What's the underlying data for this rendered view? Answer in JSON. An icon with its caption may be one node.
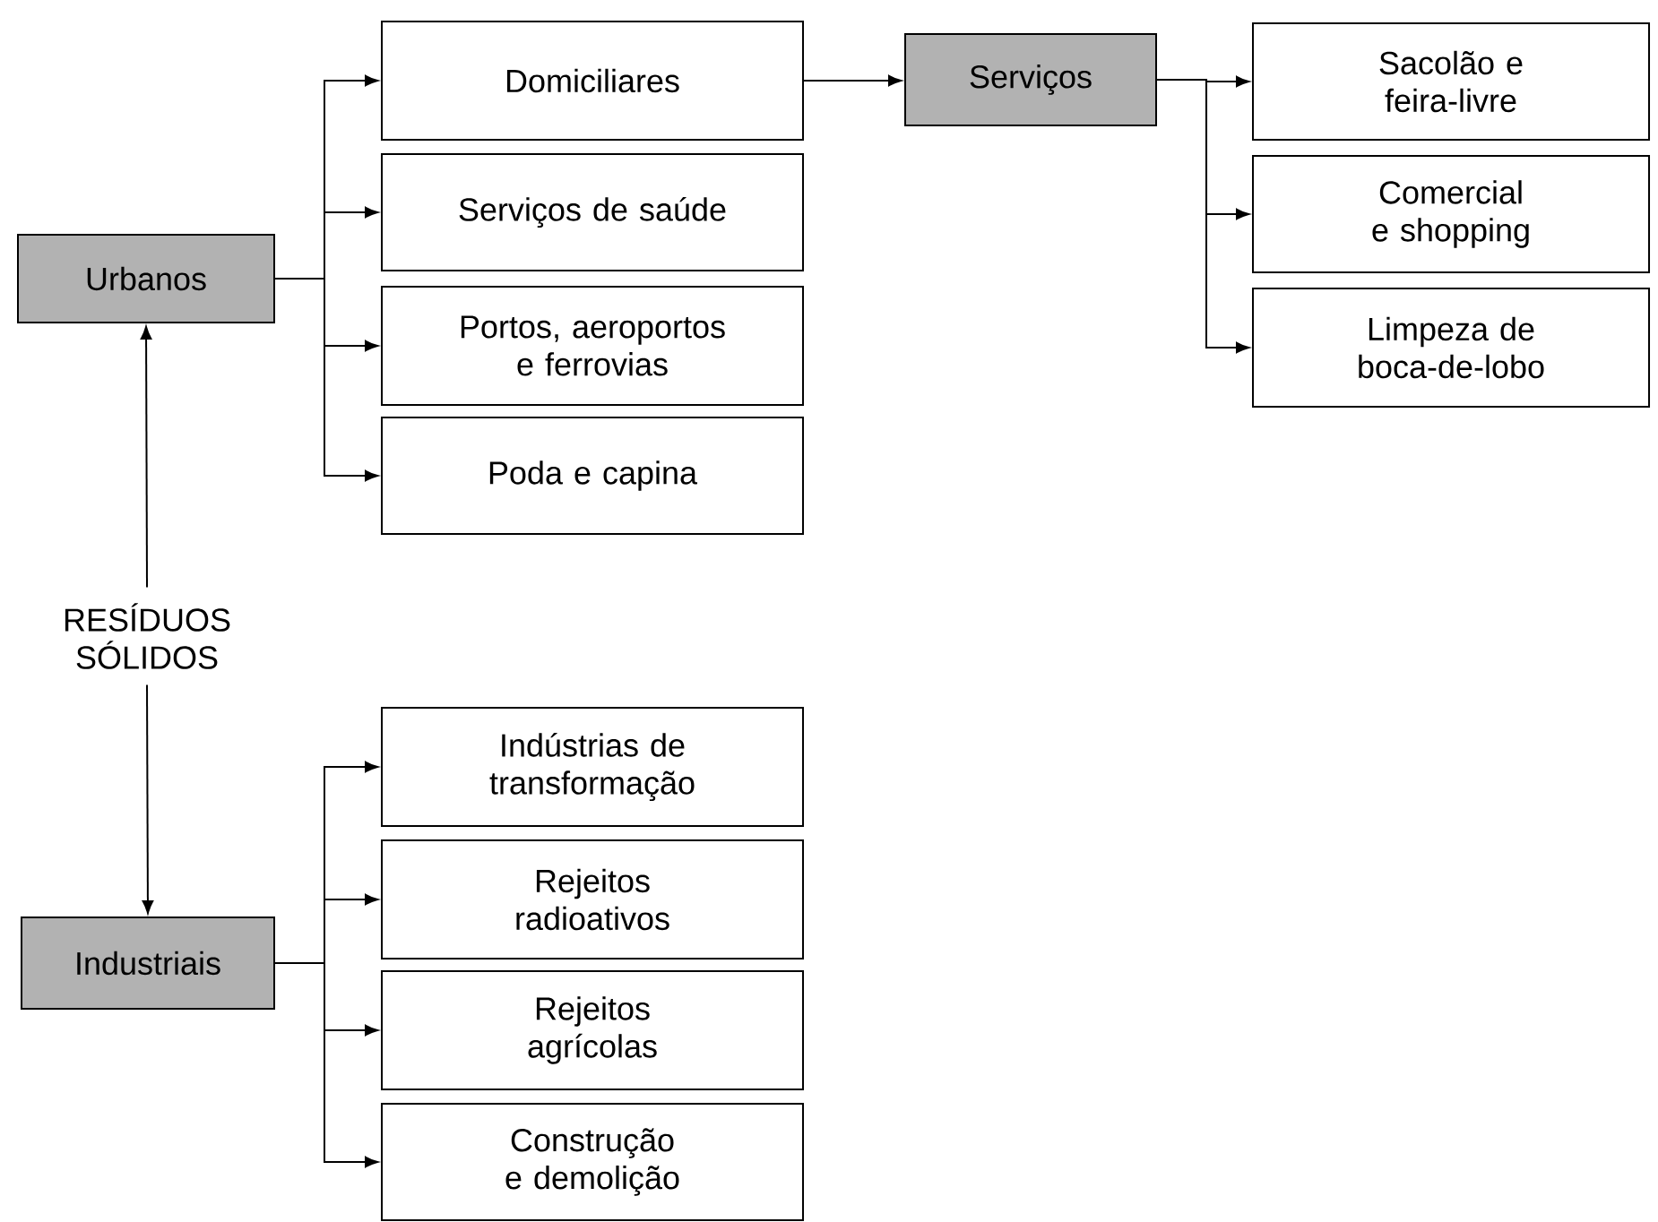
{
  "diagram": {
    "nodes": [
      {
        "text": [
          "Urbanos"
        ]
      },
      {
        "text": [
          "Domiciliares"
        ]
      },
      {
        "text": [
          "Serviços de saúde"
        ]
      },
      {
        "text": [
          "Portos, aeroportos e ferrovias"
        ]
      },
      {
        "text": [
          "Poda e capina"
        ]
      },
      {
        "text": [
          "Serviços"
        ]
      },
      {
        "text": [
          "Sacolão e feira-livre"
        ]
      },
      {
        "text": [
          "Comercial e shopping"
        ]
      },
      {
        "text": [
          "Limpeza de boca-de-lobo"
        ]
      },
      {
        "text": [
          "RESÍDUOS SÓLIDOS"
        ]
      },
      {
        "text": [
          "Industriais"
        ]
      },
      {
        "text": [
          "Indústrias de transformação"
        ]
      },
      {
        "text": [
          "Rejeitos radioativos"
        ]
      },
      {
        "text": [
          "Rejeitos agrícolas"
        ]
      },
      {
        "text": [
          "Construção e demolição"
        ]
      }
    ],
    "edges": [
      {
        "from": 9,
        "to": 0,
        "arrow": "to"
      },
      {
        "from": 9,
        "to": 10,
        "arrow": "to"
      },
      {
        "from": 0,
        "to": 1,
        "arrow": "to"
      },
      {
        "from": 0,
        "to": 2,
        "arrow": "to"
      },
      {
        "from": 0,
        "to": 3,
        "arrow": "to"
      },
      {
        "from": 0,
        "to": 4,
        "arrow": "to"
      },
      {
        "from": 1,
        "to": 5,
        "arrow": "to"
      },
      {
        "from": 5,
        "to": 6,
        "arrow": "to"
      },
      {
        "from": 5,
        "to": 7,
        "arrow": "to"
      },
      {
        "from": 5,
        "to": 8,
        "arrow": "to"
      },
      {
        "from": 10,
        "to": 11,
        "arrow": "to"
      },
      {
        "from": 10,
        "to": 12,
        "arrow": "to"
      },
      {
        "from": 10,
        "to": 13,
        "arrow": "to"
      },
      {
        "from": 10,
        "to": 14,
        "arrow": "to"
      }
    ]
  }
}
